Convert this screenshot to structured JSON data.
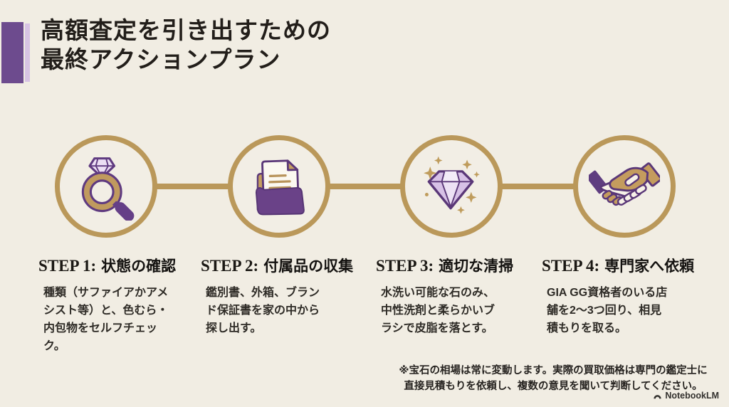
{
  "title": "高額査定を引き出すための\n最終アクションプラン",
  "steps": [
    {
      "label": "STEP 1:",
      "title": "状態の確認",
      "description": "種類（サファイアかアメ\nシスト等）と、色むら・\n内包物をセルフチェッ\nク。",
      "icon": "ring-magnifier-icon"
    },
    {
      "label": "STEP 2:",
      "title": "付属品の収集",
      "description": "鑑別書、外箱、ブラン\nド保証書を家の中から\n探し出す。",
      "icon": "folder-documents-icon"
    },
    {
      "label": "STEP 3:",
      "title": "適切な清掃",
      "description": "水洗い可能な石のみ、\n中性洗剤と柔らかいブ\nラシで皮脂を落とす。",
      "icon": "diamond-sparkles-icon"
    },
    {
      "label": "STEP 4:",
      "title": "専門家へ依頼",
      "description": "GIA GG資格者のいる店\n舗を2〜3つ回り、相見\n積もりを取る。",
      "icon": "handshake-icon"
    }
  ],
  "footnote": "※宝石の相場は常に変動します。実際の買取価格は専門の鑑定士に\n直接見積もりを依頼し、複数の意見を聞いて判断してください。",
  "watermark": "NotebookLM",
  "colors": {
    "background": "#f1ede3",
    "gold": "#ba985a",
    "purple_accent": "#6d4b8e",
    "light_purple": "#d8c3e4",
    "icon_purple": "#653f87",
    "outline_purple": "#553473",
    "title_text": "#221e1a",
    "body_text": "#2e2b26"
  }
}
